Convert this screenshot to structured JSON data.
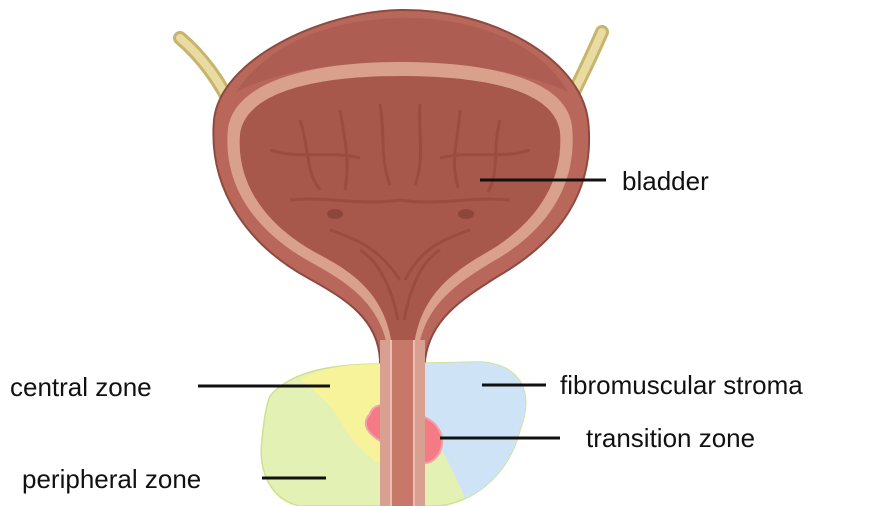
{
  "labels": {
    "bladder": "bladder",
    "fibromuscular_stroma": "fibromuscular stroma",
    "transition_zone": "transition zone",
    "central_zone": "central zone",
    "peripheral_zone": "peripheral zone"
  },
  "colors": {
    "bladder_wall": "#b8675a",
    "bladder_mucosa": "#d9a08c",
    "bladder_lumen": "#a8584a",
    "ureter": "#dcc98a",
    "peripheral_zone": "#e4f1b4",
    "central_zone": "#f7f39a",
    "fibromuscular_stroma": "#cfe3f7",
    "transition_zone": "#f47a86",
    "urethra": "#c77868"
  }
}
